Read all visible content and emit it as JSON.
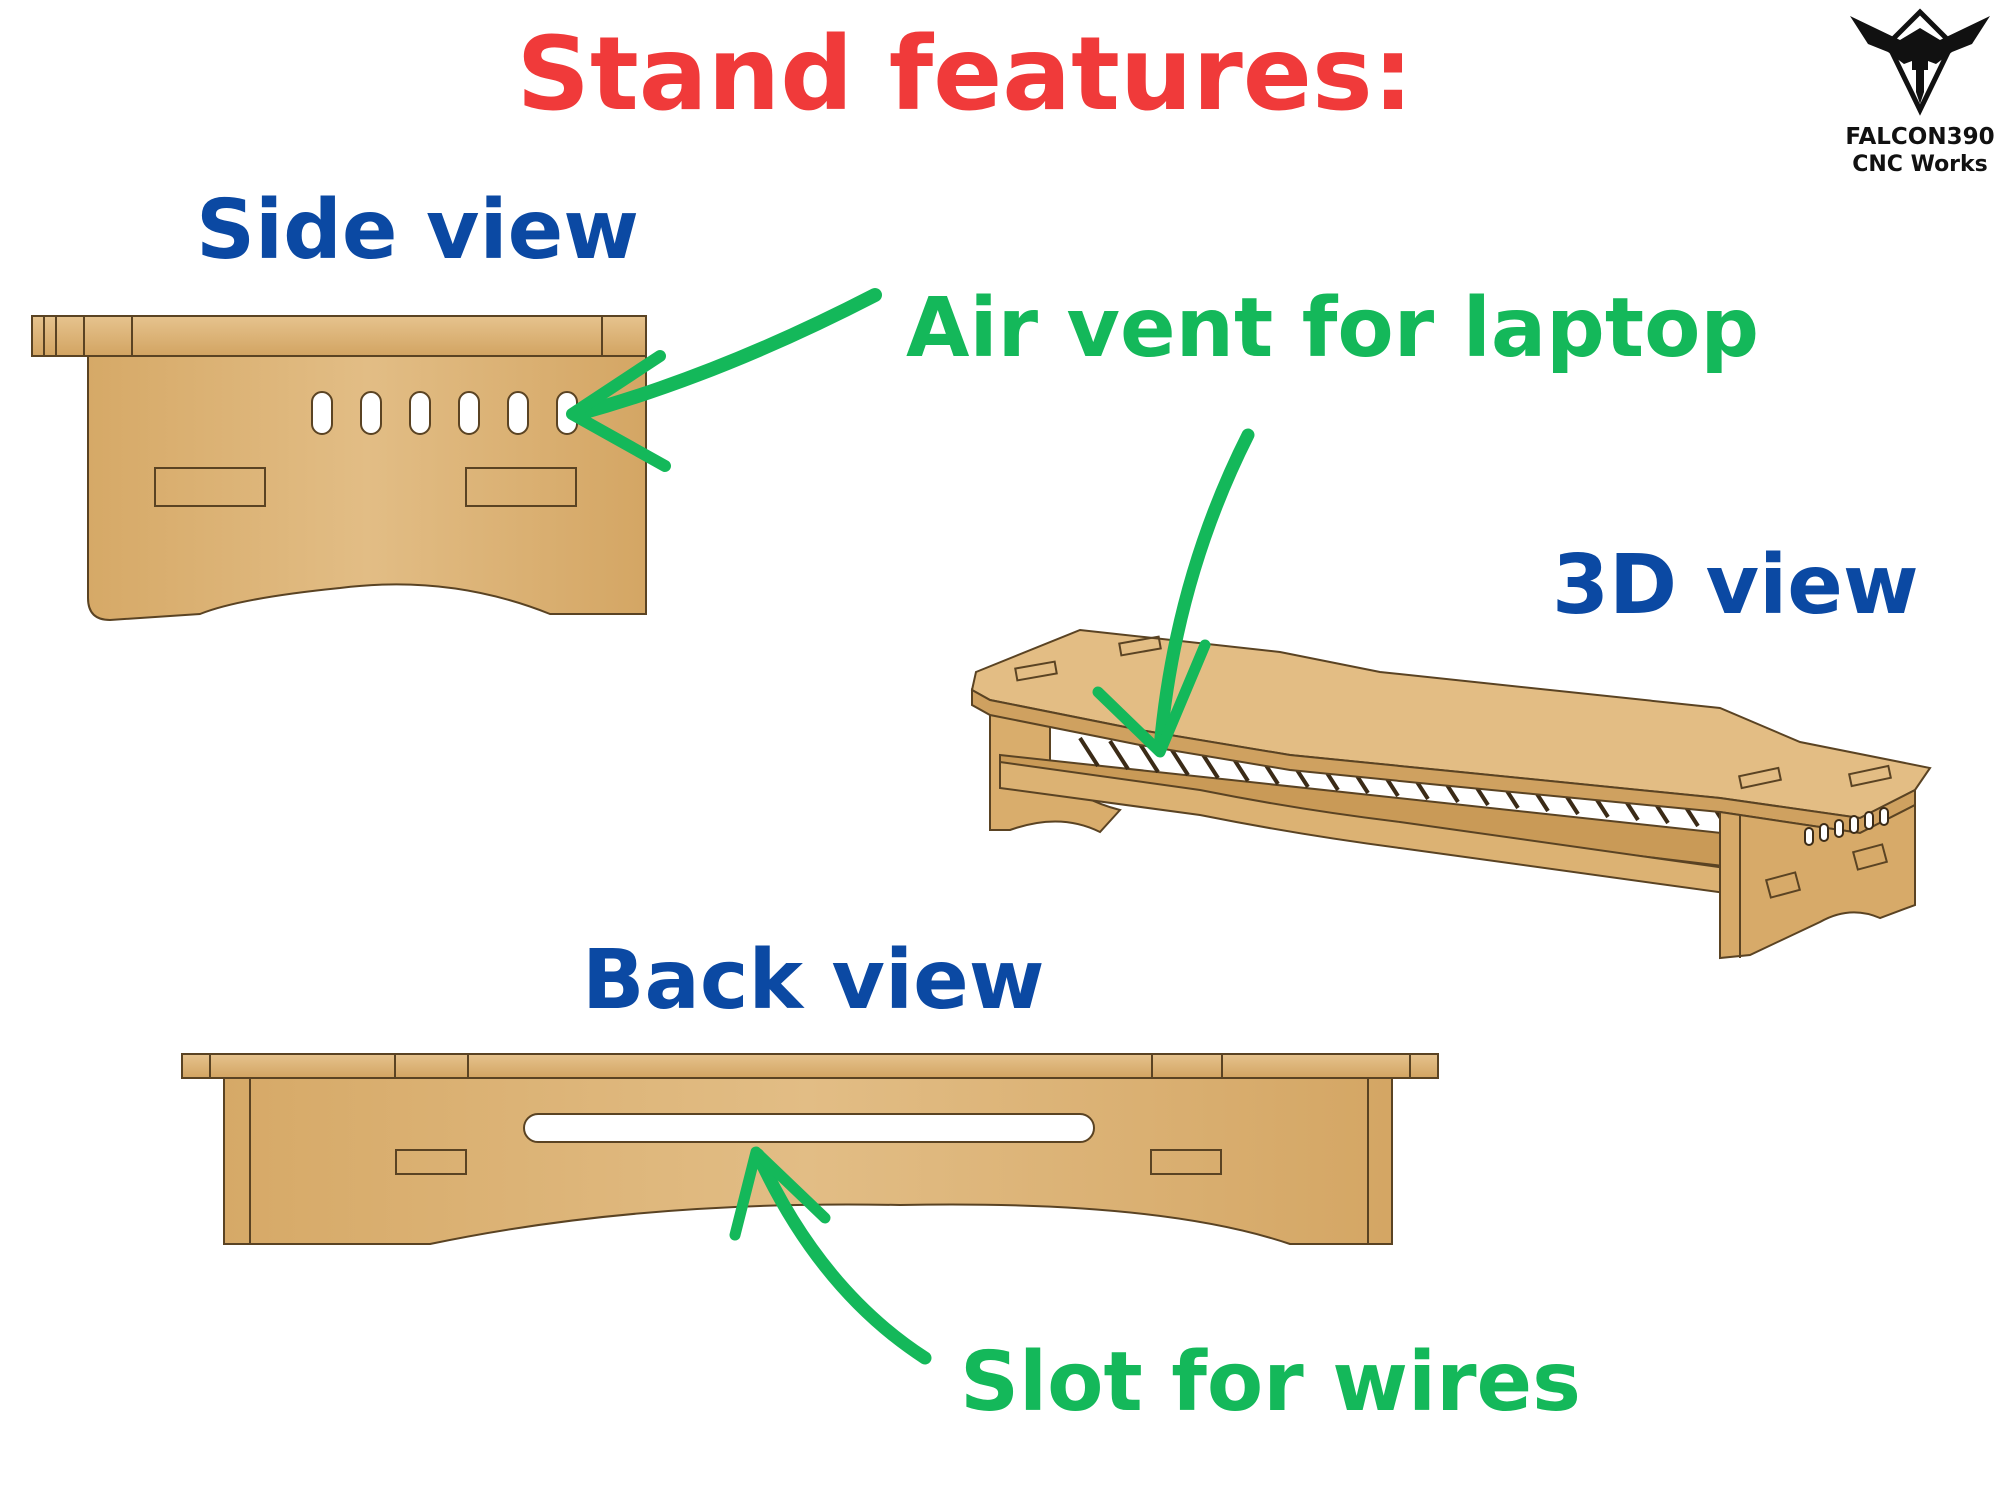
{
  "title": "Stand features:",
  "views": {
    "side": "Side view",
    "three_d": "3D view",
    "back": "Back view"
  },
  "callouts": {
    "air_vent": "Air vent for laptop",
    "slot": "Slot for wires"
  },
  "logo": {
    "line1": "FALCON390",
    "line2": "CNC Works",
    "icon": "falcon-emblem-icon"
  },
  "colors": {
    "title": "#f03a3a",
    "view_labels": "#0b49a3",
    "callouts": "#14b85a",
    "wood": "#deb577",
    "wood_dark": "#c99a57",
    "outline": "#5a4323"
  }
}
